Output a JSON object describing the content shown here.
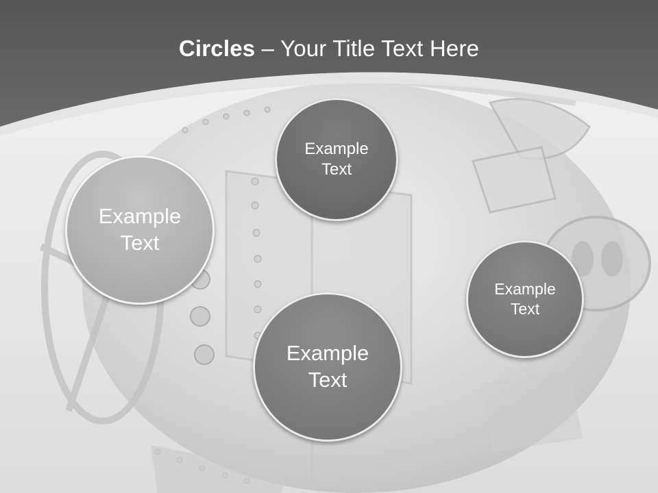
{
  "title": {
    "bold": "Circles",
    "rest": " – Your Title Text Here"
  },
  "circles": {
    "top": {
      "line1": "Example",
      "line2": "Text"
    },
    "left": {
      "line1": "Example",
      "line2": "Text"
    },
    "bottom": {
      "line1": "Example",
      "line2": "Text"
    },
    "right": {
      "line1": "Example",
      "line2": "Text"
    }
  },
  "background_image": "piggy-bank-vault",
  "colors": {
    "header": "#5e5e5e",
    "background": "#ececec"
  }
}
